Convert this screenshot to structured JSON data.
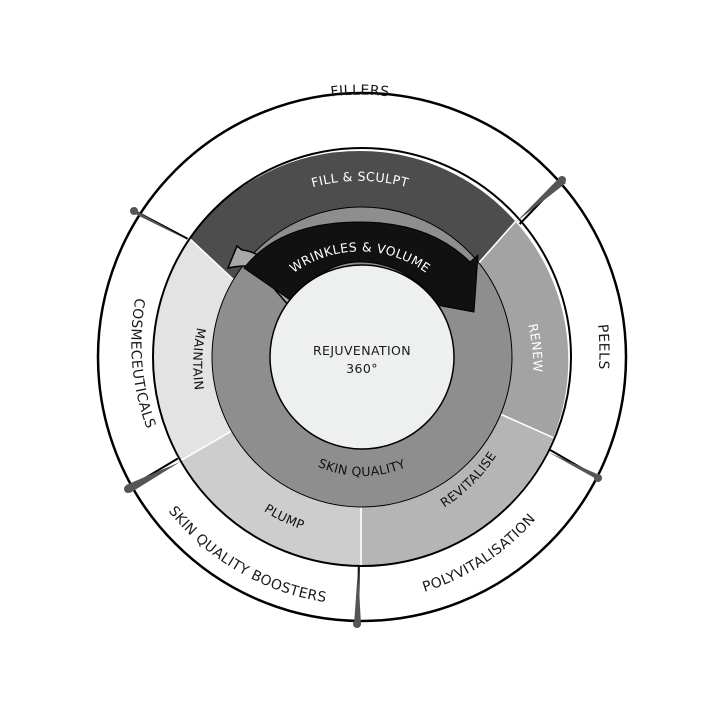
{
  "center": {
    "line1": "REJUVENATION",
    "line2": "360°"
  },
  "outer_segments": [
    "FILLERS",
    "PEELS",
    "POLYVITALISATION",
    "SKIN QUALITY BOOSTERS",
    "COSMECEUTICALS"
  ],
  "middle_segments": [
    "FILL & SCULPT",
    "RENEW",
    "REVITALISE",
    "PLUMP",
    "MAINTAIN"
  ],
  "inner_labels": {
    "top_arrow": "WRINKLES & VOLUME",
    "bottom_ring": "SKIN QUALITY"
  },
  "colors": {
    "outer_ring": "#ffffff",
    "outline": "#000000",
    "fill_sculpt": "#4d4d4d",
    "renew": "#a3a3a3",
    "revitalise": "#b5b5b5",
    "plump": "#cdcdcd",
    "maintain": "#e3e3e3",
    "skin_quality_ring": "#8e8e8e",
    "wrinkles_arrow": "#111111",
    "center_disc": "#eef0ef",
    "dividers": "#ffffff",
    "pointers": "#555555"
  }
}
